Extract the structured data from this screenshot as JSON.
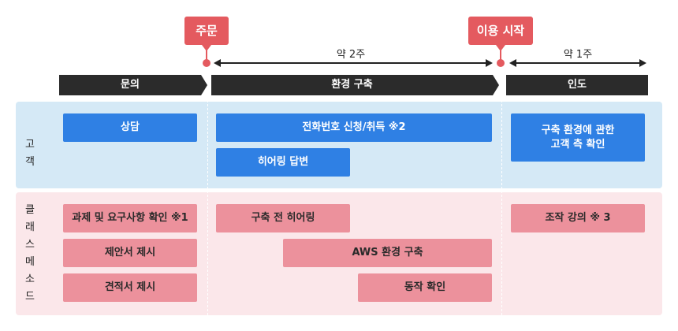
{
  "milestones": {
    "order": "주문",
    "start_use": "이용 시작"
  },
  "durations": {
    "middle": "약 2주",
    "right": "약 1주"
  },
  "phases": {
    "inquiry": "문의",
    "build": "환경 구축",
    "handover": "인도"
  },
  "lanes": {
    "customer": {
      "label_lines": [
        "고",
        "객"
      ]
    },
    "classmethod": {
      "label_lines": [
        "클",
        "래",
        "스",
        "메",
        "소",
        "드"
      ]
    }
  },
  "customer_tasks": {
    "consult": "상담",
    "phone_apply": "전화번호 신청/취득 ※2",
    "hearing_answer": "히어링 답변",
    "env_confirm_line1": "구축 환경에 관한",
    "env_confirm_line2": "고객 측 확인"
  },
  "classmethod_tasks": {
    "requirements_check": "과제 및 요구사항 확인 ※1",
    "proposal": "제안서 제시",
    "estimate": "견적서 제시",
    "pre_build_hearing": "구축 전 히어링",
    "aws_build": "AWS 환경 구축",
    "operation_check": "동작 확인",
    "operation_lecture": "조작 강의 ※ 3"
  },
  "colors": {
    "milestone": "#e45a5f",
    "phase_bar": "#2b2b2b",
    "customer_lane": "#d5e9f6",
    "customer_task": "#2f80e4",
    "classmethod_lane": "#fbe7ea",
    "classmethod_task": "#ec919c"
  }
}
